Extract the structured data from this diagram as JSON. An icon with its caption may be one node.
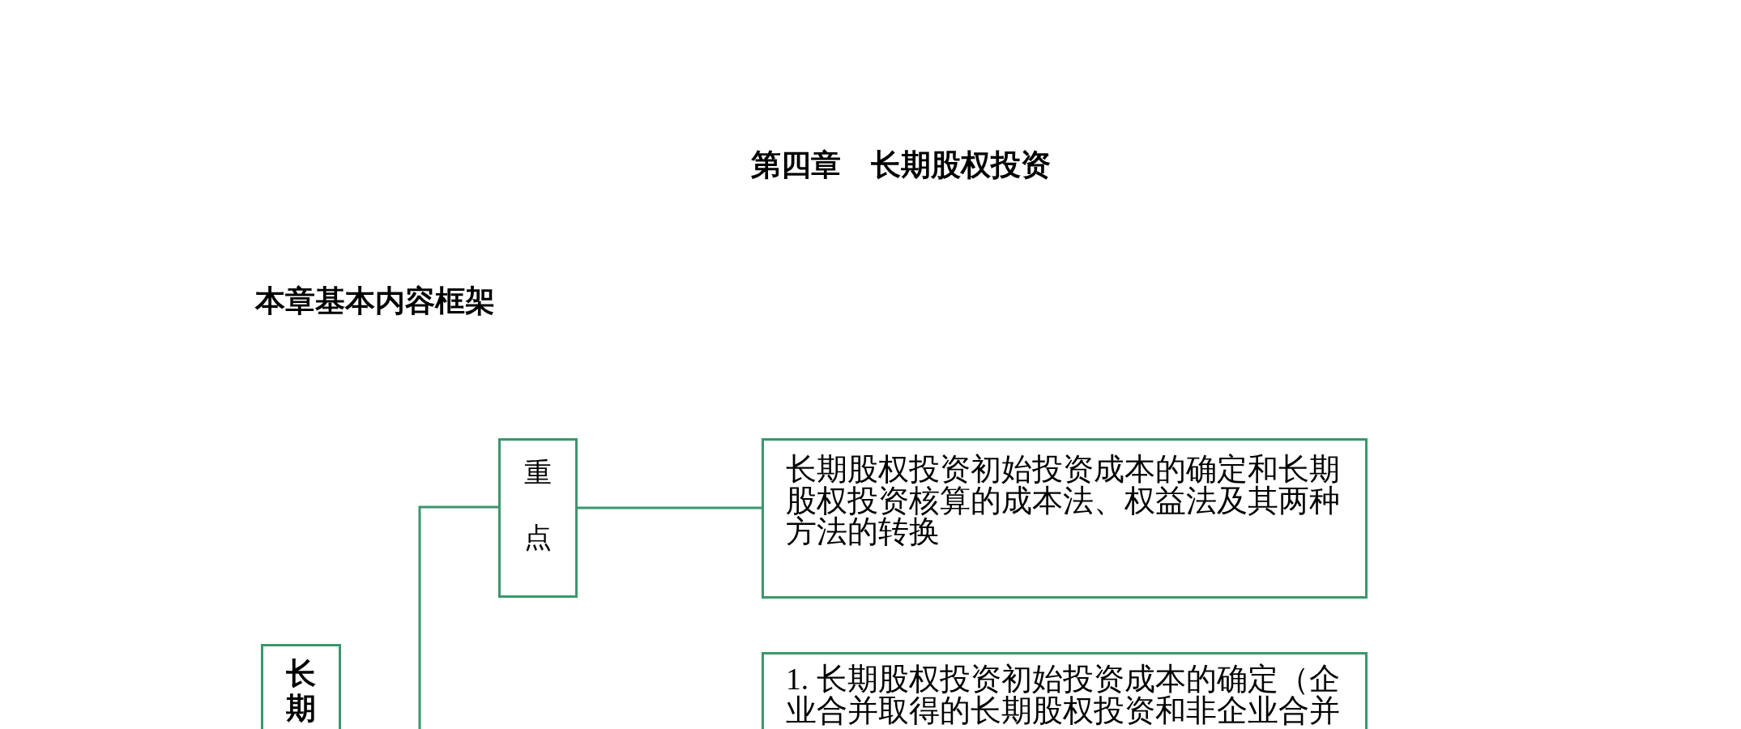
{
  "diagram": {
    "title": "第四章　长期股权投资",
    "nodes": [
      {
        "text": [
          "长期"
        ]
      },
      {
        "text": [
          "重点"
        ]
      },
      {
        "text": [
          "长期股权投资初始投资成本的确定和长期股权投资核算的成本法、权益法及其两种方法的转换"
        ]
      },
      {
        "text": [
          "1. 长期股权投资初始投资成本的确定（企业合并取得的长期股权投资和非企业合并"
        ]
      }
    ],
    "edges": [
      {
        "from": null,
        "to": 1,
        "arrow": "none"
      },
      {
        "from": 1,
        "to": 2,
        "arrow": "none"
      }
    ],
    "labels": [
      "本章基本内容框架"
    ]
  }
}
